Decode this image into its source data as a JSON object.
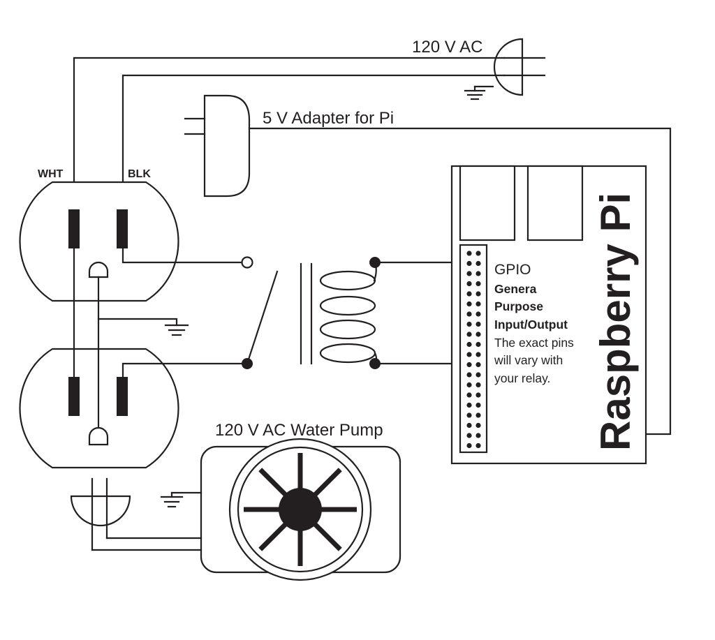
{
  "labels": {
    "mains": "120 V AC",
    "adapter": "5 V Adapter for Pi",
    "wht": "WHT",
    "blk": "BLK",
    "pump": "120 V AC Water Pump",
    "gpio": "GPIO",
    "gpio_line1": "Genera",
    "gpio_line2": "Purpose",
    "gpio_line3": "Input/Output",
    "note_line1": "The exact pins",
    "note_line2": "will vary with",
    "note_line3": "your relay.",
    "board": "Raspberry Pi"
  },
  "colors": {
    "ink": "#231f20",
    "background": "#ffffff"
  }
}
